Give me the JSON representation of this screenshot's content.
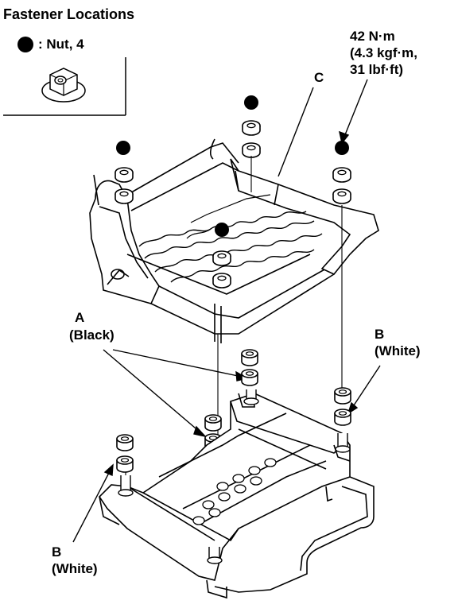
{
  "header": {
    "title": "Fastener Locations"
  },
  "legend": {
    "text": ": Nut, 4",
    "symbol_color": "#000000",
    "icon": "flange-nut-icon"
  },
  "torque": {
    "line1": "42 N·m",
    "line2": "(4.3 kgf·m,",
    "line3": "31 lbf·ft)"
  },
  "labels": {
    "c": "C",
    "a_letter": "A",
    "a_desc": "(Black)",
    "b_right_letter": "B",
    "b_right_desc": "(White)",
    "b_left_letter": "B",
    "b_left_desc": "(White)"
  }
}
